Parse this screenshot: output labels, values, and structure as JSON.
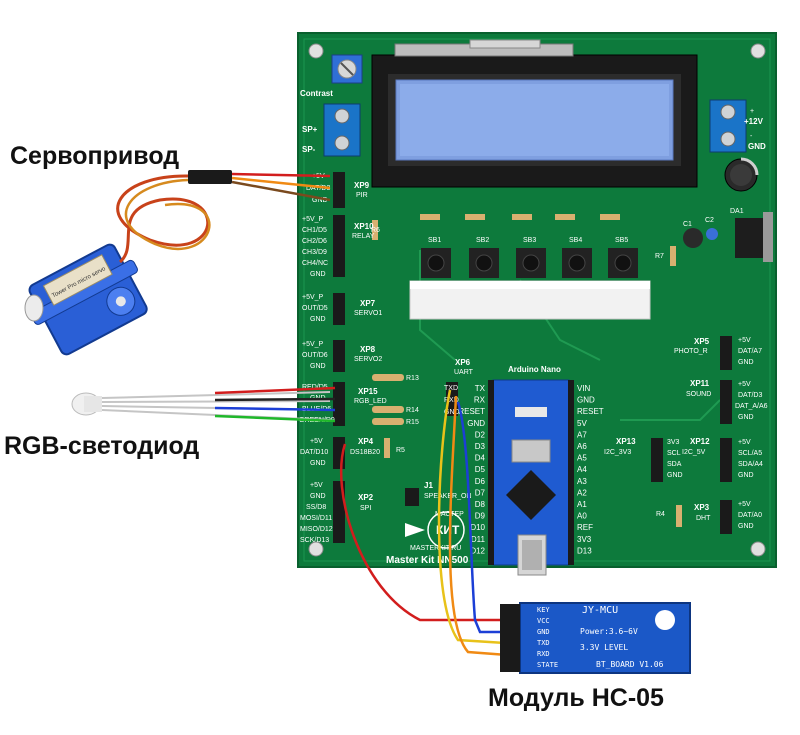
{
  "callouts": {
    "servo": "Сервопривод",
    "rgb": "RGB-светодиод",
    "hc05": "Модуль HC-05"
  },
  "board": {
    "name": "Master Kit NN500",
    "brand": "MASTERKIT.RU",
    "logo": "КИТ",
    "logo_top": "МАСТЕР",
    "contrast": "Contrast",
    "sp_plus": "SP+",
    "sp_minus": "SP-",
    "v12": "+12V",
    "gnd": "GND",
    "plus": "+",
    "minus": "-",
    "c1": "C1",
    "c2": "C2",
    "da1": "DA1",
    "r7": "R7",
    "r4": "R4",
    "r5": "R5",
    "r6": "R6",
    "r13": "R13",
    "r14": "R14",
    "r15": "R15",
    "buttons": [
      "SB1",
      "SB2",
      "SB3",
      "SB4",
      "SB5"
    ],
    "arduino": "Arduino Nano",
    "nano_left_pins": [
      "TX",
      "RX",
      "RESET",
      "GND",
      "D2",
      "D3",
      "D4",
      "D5",
      "D6",
      "D7",
      "D8",
      "D9",
      "D10",
      "D11",
      "D12"
    ],
    "nano_right_pins": [
      "VIN",
      "GND",
      "RESET",
      "5V",
      "A7",
      "A6",
      "A5",
      "A4",
      "A3",
      "A2",
      "A1",
      "A0",
      "REF",
      "3V3",
      "D13"
    ],
    "uart_pins": [
      "TXD",
      "RXD",
      "GND"
    ],
    "headers_left": [
      {
        "id": "XP9",
        "sub": "PIR",
        "pins": [
          "+5V",
          "DAT/D3",
          "GND"
        ]
      },
      {
        "id": "XP10",
        "sub": "RELAY",
        "pins": [
          "+5V_P",
          "CH1/D5",
          "CH2/D6",
          "CH3/D9",
          "CH4/NC",
          "GND"
        ]
      },
      {
        "id": "XP7",
        "sub": "SERVO1",
        "pins": [
          "+5V_P",
          "OUT/D5",
          "GND"
        ]
      },
      {
        "id": "XP8",
        "sub": "SERVO2",
        "pins": [
          "+5V_P",
          "OUT/D6",
          "GND"
        ]
      },
      {
        "id": "XP15",
        "sub": "RGB_LED",
        "pins": [
          "RED/D5",
          "GND",
          "BLUE/D6",
          "GREEN/D9"
        ]
      },
      {
        "id": "XP4",
        "sub": "DS18B20",
        "pins": [
          "+5V",
          "DAT/D10",
          "GND"
        ]
      },
      {
        "id": "XP2",
        "sub": "SPI",
        "pins": [
          "+5V",
          "GND",
          "SS/D8",
          "MOSI/D11",
          "MISO/D12",
          "SCK/D13"
        ]
      }
    ],
    "headers_right": [
      {
        "id": "XP5",
        "sub": "PHOTO_R",
        "pins": [
          "+5V",
          "DAT/A7",
          "GND"
        ]
      },
      {
        "id": "XP11",
        "sub": "SOUND",
        "pins": [
          "+5V",
          "DAT/D3",
          "DAT_A/A6",
          "GND"
        ]
      },
      {
        "id": "XP12",
        "sub": "I2C_5V",
        "pins": [
          "+5V",
          "SCL/A5",
          "SDA/A4",
          "GND"
        ]
      },
      {
        "id": "XP3",
        "sub": "DHT",
        "pins": [
          "+5V",
          "DAT/A0",
          "GND"
        ]
      }
    ],
    "xp13": {
      "id": "XP13",
      "sub": "I2C_3V3",
      "pins": [
        "3V3",
        "SCL",
        "SDA",
        "GND"
      ]
    },
    "xp6": {
      "id": "XP6",
      "sub": "UART"
    },
    "j1": {
      "id": "J1",
      "sub": "SPEAKER_ON"
    }
  },
  "hc05": {
    "brand": "JY-MCU",
    "pins": [
      "KEY",
      "VCC",
      "GND",
      "TXD",
      "RXD",
      "STATE"
    ],
    "lines": [
      "Power:3.6~6V",
      "3.3V  LEVEL",
      "BT_BOARD V1.06"
    ]
  },
  "servo_label": "Tower Pro micro servo"
}
